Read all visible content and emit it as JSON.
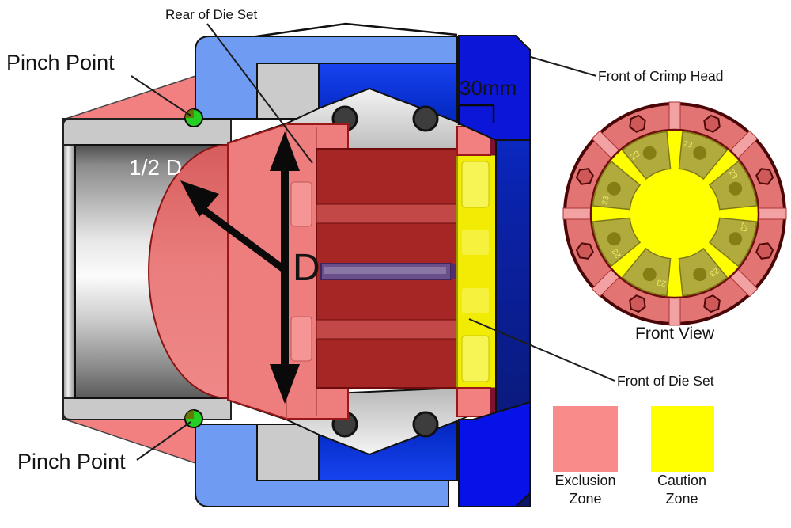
{
  "diagram": {
    "title_labels": {
      "pinch_point": "Pinch Point",
      "rear_of_die_set": "Rear of Die Set",
      "front_of_crimp_head": "Front of Crimp Head",
      "front_of_die_set": "Front of Die Set"
    },
    "dimensions": {
      "front_plate_depth": "30mm",
      "half_die_diameter": "1/2 D",
      "die_diameter": "D"
    },
    "front_view": {
      "caption": "Front View",
      "die_segment_marking": "23",
      "segment_count": 8,
      "bolt_count": 8
    },
    "legend": {
      "exclusion": {
        "line1": "Exclusion",
        "line2": "Zone",
        "color": "#F98B8B"
      },
      "caution": {
        "line1": "Caution",
        "line2": "Zone",
        "color": "#FFFF00"
      }
    },
    "colors": {
      "exclusion_zone_pink": "#F28080",
      "caution_zone_yellow": "#F2EC05",
      "crimp_head_light_blue": "#6F9BF2",
      "crimp_head_mid_blue": "#1743F0",
      "crimp_head_dark_blue": "#0B16D8",
      "die_block_red": "#A62626",
      "hose_purple": "#6B4F8A",
      "pinch_point_green": "#22CF22",
      "metal_gray": "#C9C9C9",
      "die_segment_olive": "#B1AB3E"
    }
  }
}
